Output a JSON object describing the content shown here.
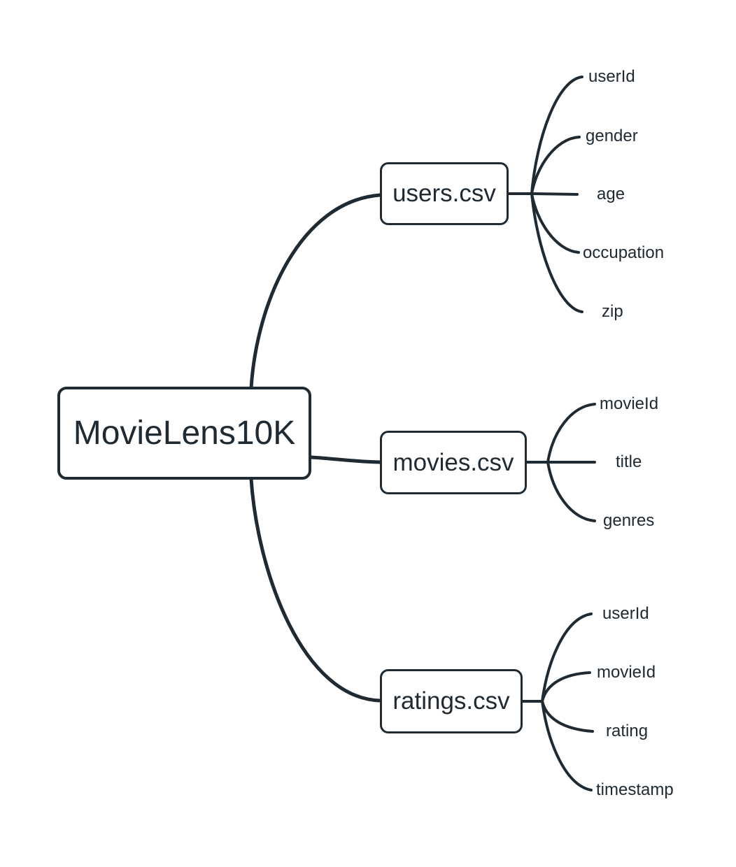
{
  "diagram": {
    "root": {
      "label": "MovieLens10K"
    },
    "files": [
      {
        "label": "users.csv",
        "columns": [
          "userId",
          "gender",
          "age",
          "occupation",
          "zip"
        ]
      },
      {
        "label": "movies.csv",
        "columns": [
          "movieId",
          "title",
          "genres"
        ]
      },
      {
        "label": "ratings.csv",
        "columns": [
          "userId",
          "movieId",
          "rating",
          "timestamp"
        ]
      }
    ],
    "colors": {
      "stroke": "#202a33",
      "text": "#202a33",
      "node_fill": "#ffffff",
      "background": "#ffffff"
    }
  }
}
